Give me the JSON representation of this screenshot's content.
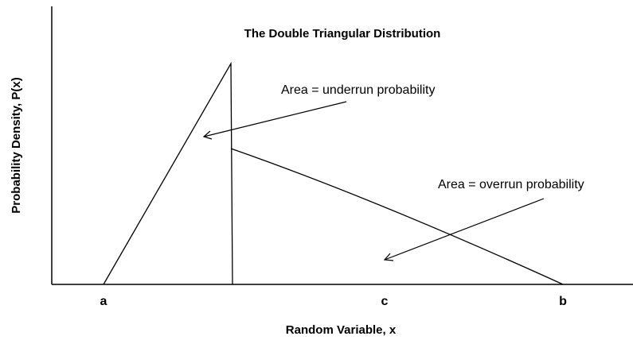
{
  "figure": {
    "title": "The Double Triangular Distribution",
    "x_axis_label": "Random Variable, x",
    "y_axis_label": "Probability Density, P(x)",
    "ticks": {
      "a": "a",
      "c": "c",
      "b": "b"
    },
    "annotations": {
      "underrun": "Area = underrun probability",
      "overrun": "Area = overrun probability"
    },
    "colors": {
      "line": "#000000",
      "background": "#ffffff"
    }
  }
}
